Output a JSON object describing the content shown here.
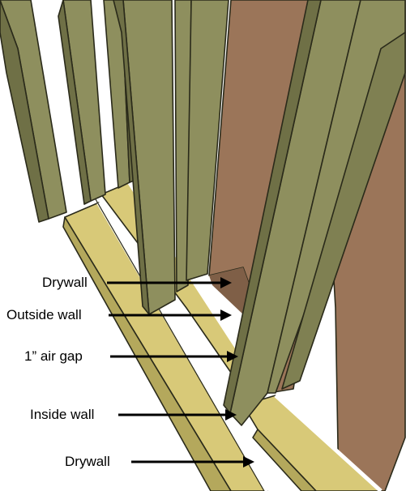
{
  "labels": {
    "drywall_top": "Drywall",
    "outside_wall": "Outside wall",
    "air_gap": "1” air gap",
    "inside_wall": "Inside wall",
    "drywall_bottom": "Drywall"
  },
  "colors": {
    "background": "#ffffff",
    "lumber_face": "#8e8f5e",
    "lumber_side": "#6f7046",
    "plate_top": "#d8c978",
    "plate_side": "#b4a85c",
    "drywall_board": "#9b7559",
    "outline": "#2a2a1a",
    "arrow": "#000000"
  }
}
